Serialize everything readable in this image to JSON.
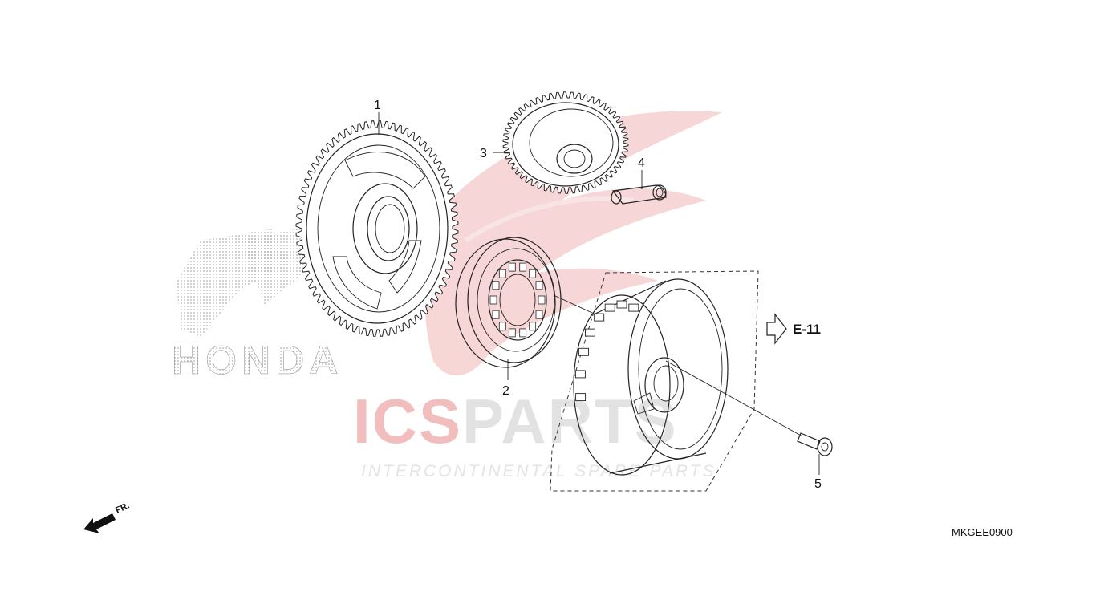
{
  "diagram": {
    "code": "MKGEE0900",
    "reference_label": "E-11",
    "front_label": "FR.",
    "callouts": [
      {
        "id": "1",
        "label": "1"
      },
      {
        "id": "2",
        "label": "2"
      },
      {
        "id": "3",
        "label": "3"
      },
      {
        "id": "4",
        "label": "4"
      },
      {
        "id": "5",
        "label": "5"
      }
    ]
  },
  "watermark": {
    "brand_part1": "ICS",
    "brand_part2": "PARTS",
    "tagline": "INTERCONTINENTAL SPARE PARTS",
    "maker": "HONDA",
    "colors": {
      "red": "#f3c4c4",
      "grey": "#e3e3e3"
    }
  }
}
